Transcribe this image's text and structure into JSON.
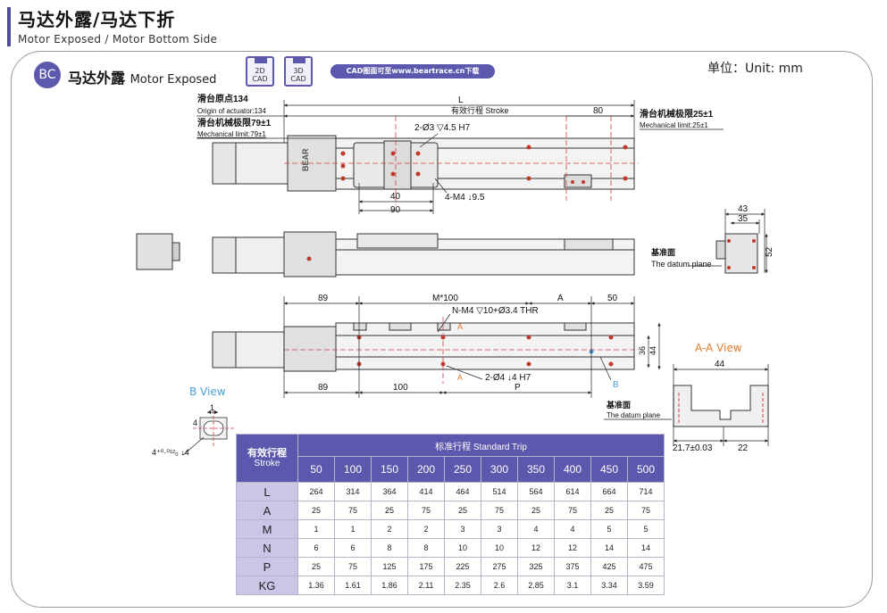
{
  "header": {
    "title": "马达外露/马达下折",
    "subtitle": "Motor Exposed / Motor Bottom Side"
  },
  "section": {
    "badge": "BC",
    "title_cn": "马达外露",
    "title_en": "Motor Exposed",
    "cad_2d": [
      "2D",
      "CAD"
    ],
    "cad_3d": [
      "3D",
      "CAD"
    ],
    "cad_link": "CAD图面可至www.beartrace.cn下载",
    "unit": "单位：Unit: mm"
  },
  "drawing": {
    "origin_cn": "滑台原点134",
    "origin_en": "Origin of actuator:134",
    "mech_left_cn": "滑台机械极限79±1",
    "mech_left_en": "Mechanical limit:79±1",
    "mech_right_cn": "滑台机械极限25±1",
    "mech_right_en": "Mechanical limit:25±1",
    "dim_L": "L",
    "stroke_label": "有效行程 Stroke",
    "dim_80": "80",
    "pin_hole": "2-Ø3 ▽4.5 H7",
    "dim_40": "40",
    "dim_90": "90",
    "tap_m4": "4-M4 ↓9.5",
    "brand_mark": "BEAR",
    "dim_43": "43",
    "dim_35": "35",
    "dim_52": "52",
    "datum_cn": "基准面",
    "datum_en": "The datum plane",
    "dim_89_top": "89",
    "dim_M100": "M*100",
    "dim_A_top": "A",
    "dim_50": "50",
    "thr_note": "N-M4 ▽10+Ø3.4 THR",
    "section_A": "A",
    "dim_36": "36",
    "dim_44_side": "44",
    "pin_hole_bottom": "2-Ø4 ↓4 H7",
    "marker_B": "B",
    "dim_89_bottom": "89",
    "dim_100": "100",
    "dim_P": "P",
    "b_view": "B View",
    "b_dim_1": "1",
    "b_dim_4": "4",
    "b_tol": "4⁺⁰·⁰¹²₀ ↓4",
    "aa_view": "A-A View",
    "aa_dim_44": "44",
    "aa_dim_217": "21.7±0.03",
    "aa_dim_22": "22",
    "aa_datum_cn": "基准面",
    "aa_datum_en": "The datum plane"
  },
  "table": {
    "stroke_cn": "有效行程",
    "stroke_en": "Stroke",
    "std_trip": "标准行程 Standard Trip",
    "trips": [
      "50",
      "100",
      "150",
      "200",
      "250",
      "300",
      "350",
      "400",
      "450",
      "500"
    ],
    "rows": [
      {
        "label": "L",
        "values": [
          "264",
          "314",
          "364",
          "414",
          "464",
          "514",
          "564",
          "614",
          "664",
          "714"
        ]
      },
      {
        "label": "A",
        "values": [
          "25",
          "75",
          "25",
          "75",
          "25",
          "75",
          "25",
          "75",
          "25",
          "75"
        ]
      },
      {
        "label": "M",
        "values": [
          "1",
          "1",
          "2",
          "2",
          "3",
          "3",
          "4",
          "4",
          "5",
          "5"
        ]
      },
      {
        "label": "N",
        "values": [
          "6",
          "6",
          "8",
          "8",
          "10",
          "10",
          "12",
          "12",
          "14",
          "14"
        ]
      },
      {
        "label": "P",
        "values": [
          "25",
          "75",
          "125",
          "175",
          "225",
          "275",
          "325",
          "375",
          "425",
          "475"
        ]
      },
      {
        "label": "KG",
        "values": [
          "1.36",
          "1.61",
          "1.86",
          "2.11",
          "2.35",
          "2.6",
          "2.85",
          "3.1",
          "3.34",
          "3.59"
        ]
      }
    ]
  },
  "colors": {
    "accent": "#5c58ad",
    "label_bg": "#c9c6e8",
    "b_view": "#4a9fd6",
    "aa_view": "#e07a2d",
    "hole_red": "#c0392b"
  }
}
